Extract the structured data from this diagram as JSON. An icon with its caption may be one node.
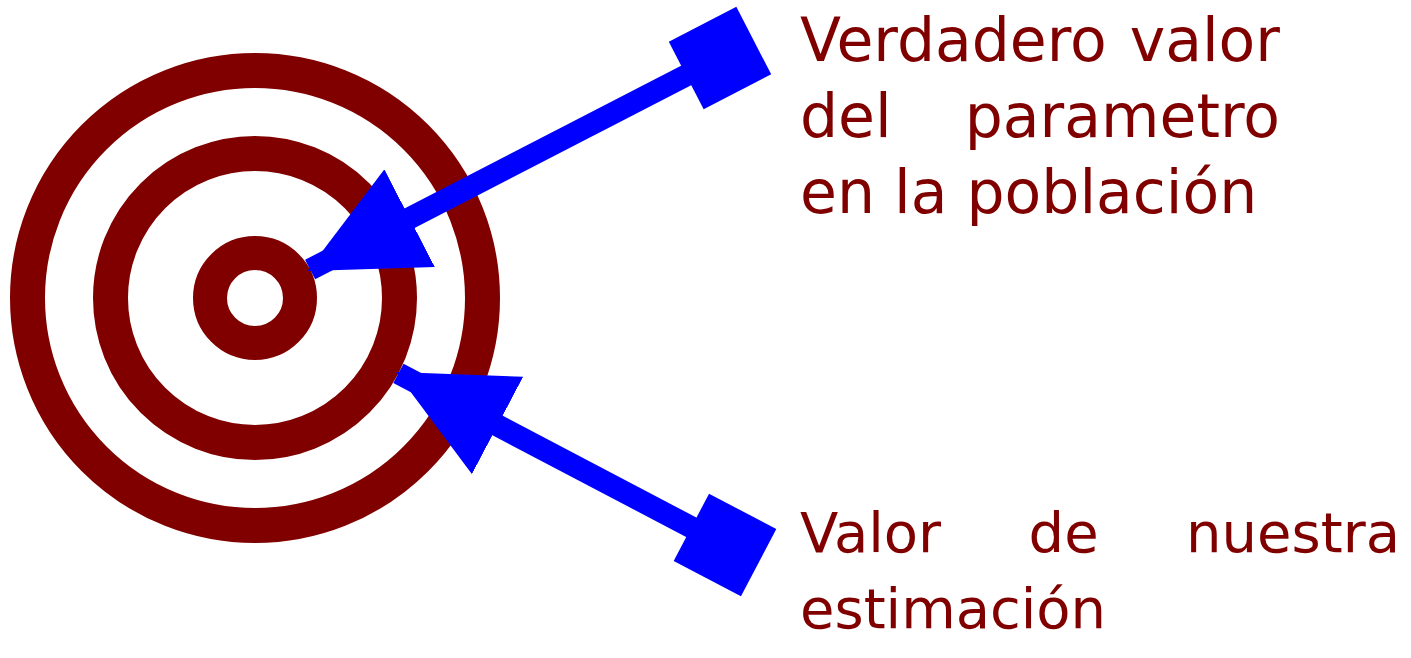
{
  "diagram": {
    "nodes": [
      {
        "text": [],
        "shape": "circle"
      },
      {
        "text": [],
        "shape": "circle",
        "in": 0
      },
      {
        "text": [],
        "shape": "circle",
        "in": 1
      },
      {
        "text": [
          "Verdadero valor del parametro en la población"
        ]
      },
      {
        "text": [
          "Valor de nuestra estimación"
        ]
      }
    ],
    "edges": [
      {
        "from": 3,
        "to": 2,
        "arrow": "to"
      },
      {
        "from": 4,
        "to": 1,
        "arrow": "to"
      }
    ]
  }
}
